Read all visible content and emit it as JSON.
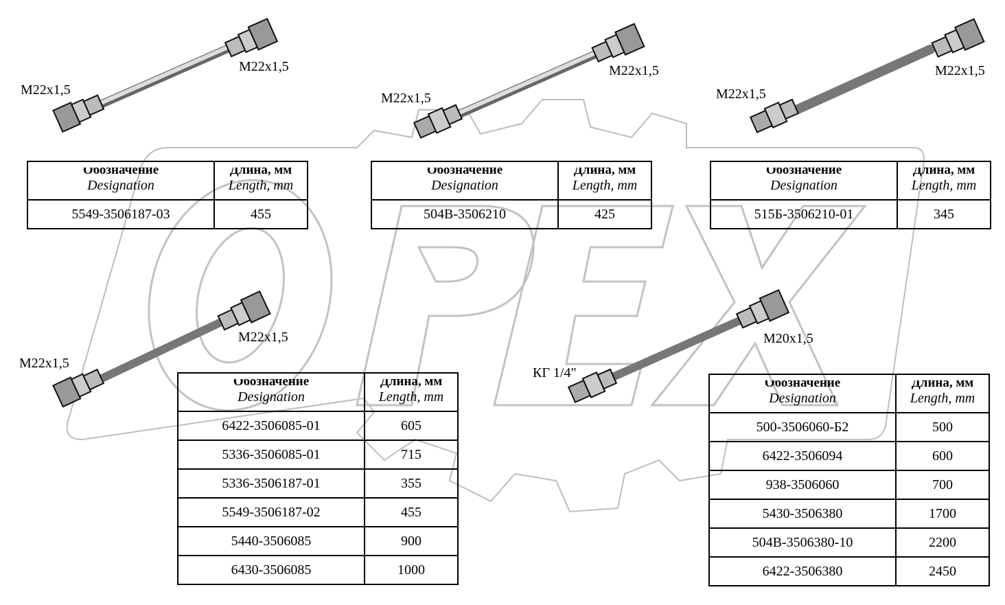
{
  "labels": {
    "t1_left": "M22x1,5",
    "t1_right": "M22x1,5",
    "t2_left": "M22x1,5",
    "t2_right": "M22x1,5",
    "t3_left": "M22x1,5",
    "t3_right": "M22x1,5",
    "t4_left": "M22x1,5",
    "t4_right": "M22x1,5",
    "t5_left": "КГ 1/4\"",
    "t5_right": "M20x1,5"
  },
  "headers": {
    "designation_ru": "Обозначение",
    "designation_en": "Designation",
    "length_ru": "Длина, мм",
    "length_en": "Length, mm"
  },
  "tables": [
    {
      "rows": [
        {
          "designation": "5549-3506187-03",
          "length": "455"
        }
      ]
    },
    {
      "rows": [
        {
          "designation": "504В-3506210",
          "length": "425"
        }
      ]
    },
    {
      "rows": [
        {
          "designation": "515Б-3506210-01",
          "length": "345"
        }
      ]
    },
    {
      "rows": [
        {
          "designation": "6422-3506085-01",
          "length": "605"
        },
        {
          "designation": "5336-3506085-01",
          "length": "715"
        },
        {
          "designation": "5336-3506187-01",
          "length": "355"
        },
        {
          "designation": "5549-3506187-02",
          "length": "455"
        },
        {
          "designation": "5440-3506085",
          "length": "900"
        },
        {
          "designation": "6430-3506085",
          "length": "1000"
        }
      ]
    },
    {
      "rows": [
        {
          "designation": "500-3506060-Б2",
          "length": "500"
        },
        {
          "designation": "6422-3506094",
          "length": "600"
        },
        {
          "designation": "938-3506060",
          "length": "700"
        },
        {
          "designation": "5430-3506380",
          "length": "1700"
        },
        {
          "designation": "504В-3506380-10",
          "length": "2200"
        },
        {
          "designation": "6422-3506380",
          "length": "2450"
        }
      ]
    }
  ],
  "watermark": {
    "text": "OPEX",
    "color": "#b8b8b8"
  }
}
